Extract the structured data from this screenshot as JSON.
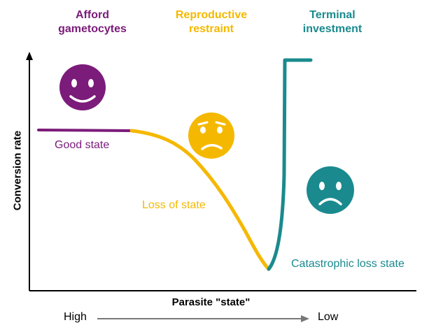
{
  "headings": {
    "afford": "Afford\ngametocytes",
    "restraint": "Reproductive\nrestraint",
    "terminal": "Terminal\ninvestment"
  },
  "annotations": {
    "good": "Good state",
    "loss": "Loss of state",
    "catastrophic": "Catastrophic loss state"
  },
  "axes": {
    "ylabel": "Conversion rate",
    "xlabel": "Parasite \"state\"",
    "x_left": "High",
    "x_right": "Low"
  },
  "colors": {
    "purple": "#7b1b7a",
    "yellow": "#f5b800",
    "teal": "#1a8a8e"
  },
  "icons": [
    "happy-face-icon",
    "worried-face-icon",
    "sad-face-icon"
  ]
}
